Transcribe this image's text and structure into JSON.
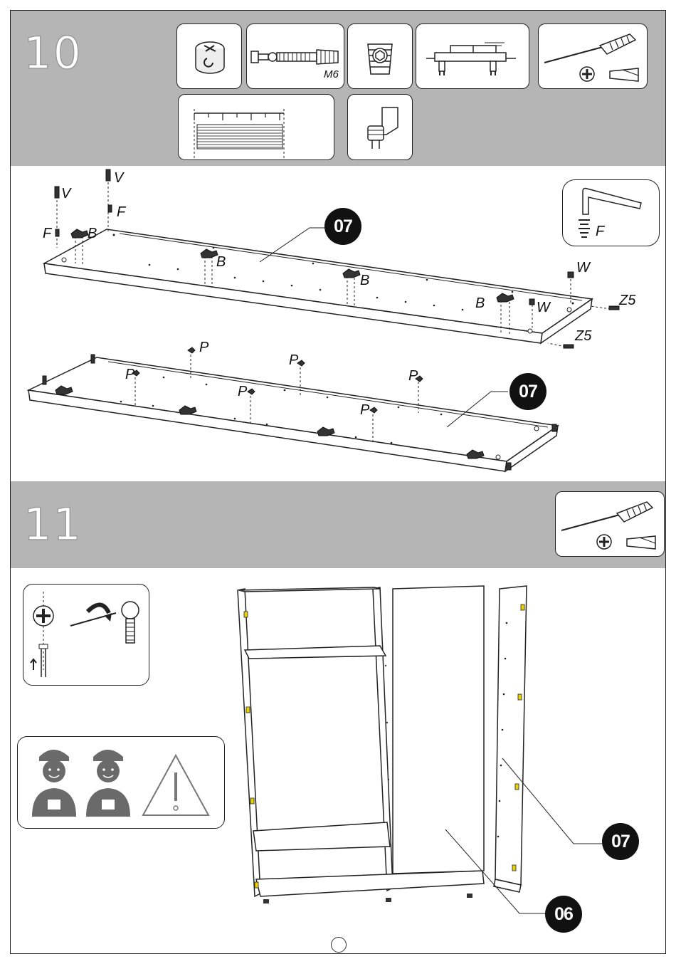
{
  "step10": {
    "number": "10",
    "hardware_icons": [
      "cam-lock-icon",
      "m6-bolt-icon",
      "threaded-insert-icon",
      "shelf-connector-icon",
      "screwdriver-icon",
      "drill-template-icon",
      "shelf-support-icon"
    ],
    "bolt_label": "M6",
    "allen_key_label": "F",
    "panel_top_part": "07",
    "panel_bottom_part": "07",
    "labels": {
      "V1": "V",
      "V2": "V",
      "F1": "F",
      "F2": "F",
      "B1": "B",
      "B2": "B",
      "B3": "B",
      "B4": "B",
      "W1": "W",
      "W2": "W",
      "Z5a": "Z5",
      "Z5b": "Z5",
      "P1": "P",
      "P2": "P",
      "P3": "P",
      "P4": "P",
      "P5": "P",
      "P6": "P"
    }
  },
  "step11": {
    "number": "11",
    "side_panel_part": "07",
    "front_panel_part": "06"
  },
  "colors": {
    "band": "#b5b5b5",
    "badge": "#111111",
    "highlight": "#e8d200"
  }
}
